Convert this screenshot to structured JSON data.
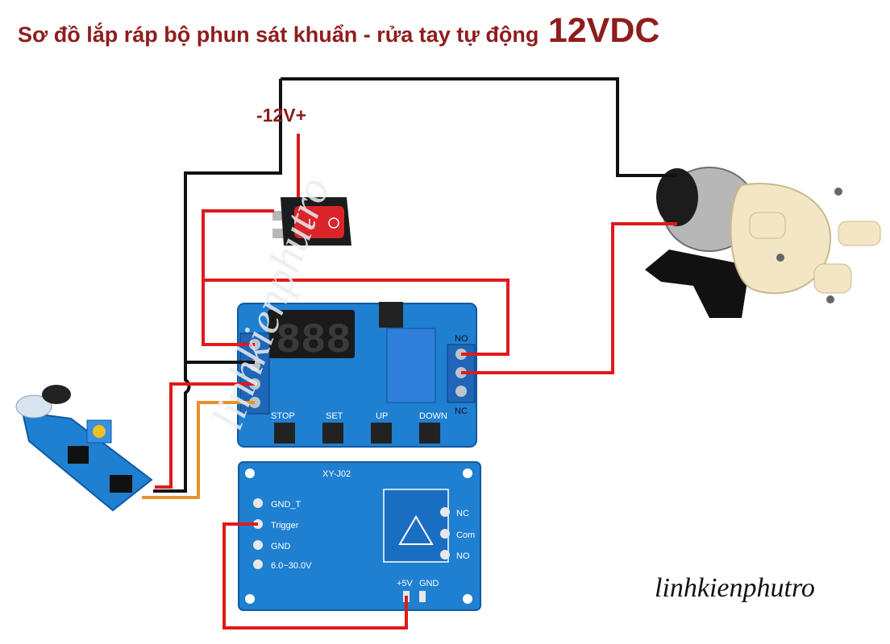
{
  "title": {
    "main": "Sơ đồ lắp ráp bộ phun sát khuẩn - rửa tay tự động",
    "voltage": "12VDC"
  },
  "supply_label": "-12V+",
  "brand": "linhkienphutro",
  "watermark": "linhkienphutro",
  "relay_module": {
    "top_labels": {
      "no": "NO",
      "nc": "NC",
      "stop": "STOP",
      "set": "SET",
      "up": "UP",
      "down": "DOWN"
    },
    "bottom_labels": {
      "model": "XY-J02",
      "gnd_t": "GND_T",
      "trigger": "Trigger",
      "gnd": "GND",
      "voltage_range": "6.0~30.0V",
      "nc": "NC",
      "com": "Com",
      "no": "NO",
      "plus5v": "+5V",
      "gnd2": "GND"
    },
    "display": "888"
  },
  "colors": {
    "title": "#8f1d1d",
    "wire_red": "#e01a1a",
    "wire_black": "#111111",
    "wire_orange": "#e8912e",
    "pcb_blue": "#1f7fd1",
    "pump_body": "#f2e6c4"
  },
  "icons": [
    "rocker-switch-icon",
    "pump-icon",
    "ir-sensor-icon",
    "relay-module-icon"
  ]
}
